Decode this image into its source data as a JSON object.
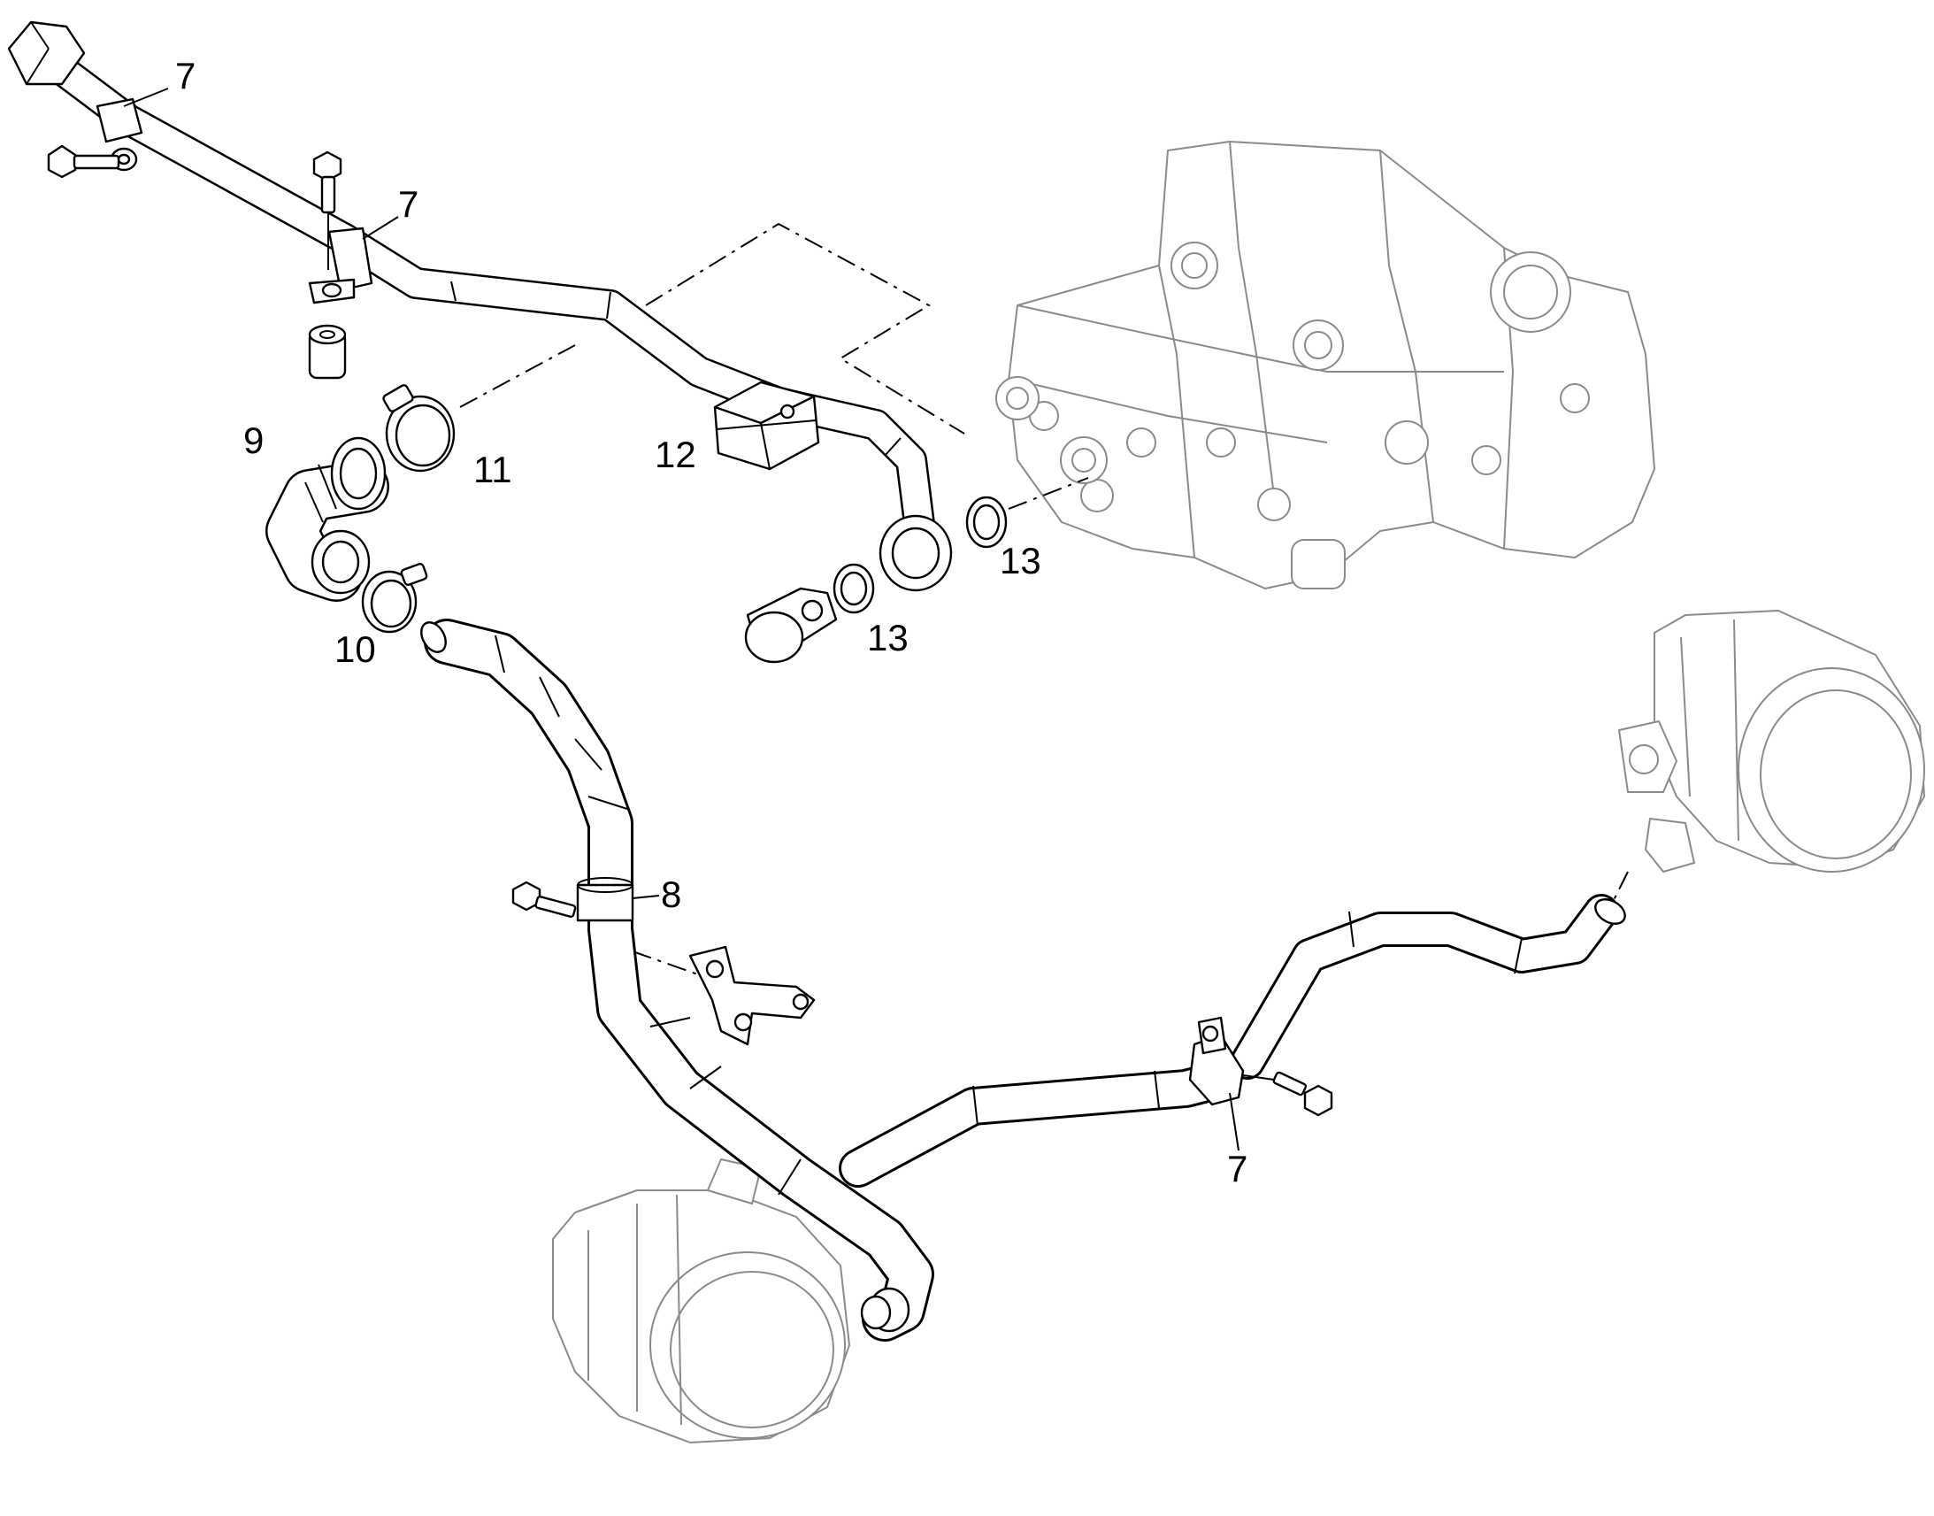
{
  "callouts": {
    "top_clamp_a": "7",
    "top_clamp_b": "7",
    "hose_elbow": "9",
    "hose_clamp_upper": "11",
    "hose_clamp_lower": "10",
    "pipe_bracket_block": "12",
    "seal_ring_right": "13",
    "seal_ring_lower": "13",
    "pipe_clamp_middle": "8",
    "pipe_clamp_right": "7"
  }
}
